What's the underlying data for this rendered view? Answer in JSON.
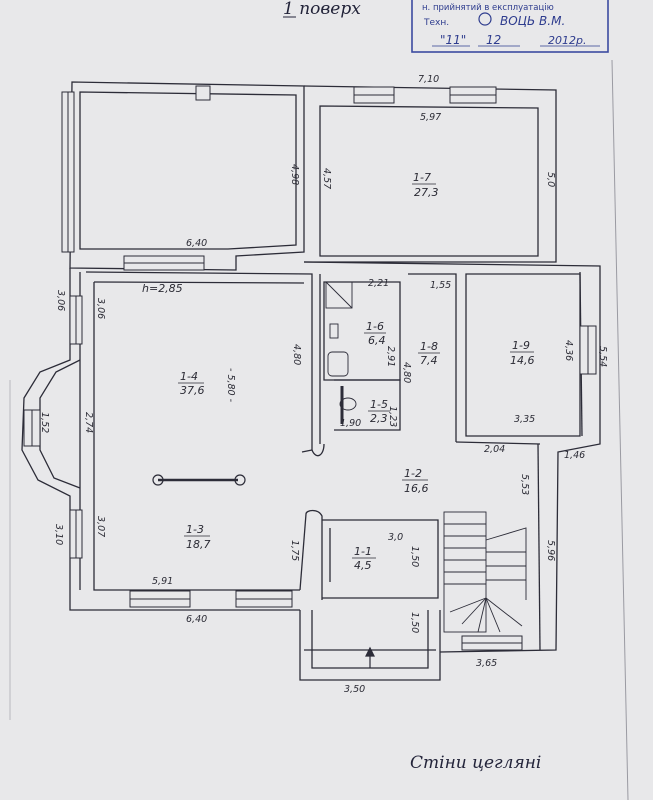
{
  "header": {
    "floor_title": "1 поверх"
  },
  "stamp": {
    "line1": "н. прийнятий в експлуатацію",
    "line2_label": "Техн.",
    "line2_name": "ВОЦЬ В.М.",
    "date_day": "\"11\"",
    "date_month": "12",
    "date_year": "2012р."
  },
  "ceiling_height": "h=2,85",
  "rooms": [
    {
      "code": "1-7",
      "area": "27,3"
    },
    {
      "code": "1-6",
      "area": "6,4"
    },
    {
      "code": "1-8",
      "area": "7,4"
    },
    {
      "code": "1-9",
      "area": "14,6"
    },
    {
      "code": "1-4",
      "area": "37,6"
    },
    {
      "code": "1-5",
      "area": "2,3"
    },
    {
      "code": "1-2",
      "area": "16,6"
    },
    {
      "code": "1-3",
      "area": "18,7"
    },
    {
      "code": "1-1",
      "area": "4,5"
    }
  ],
  "dimensions": {
    "d710": "7,10",
    "d597": "5,97",
    "d498": "4,98",
    "d457": "4,57",
    "d50": "5,0",
    "d640a": "6,40",
    "d221": "2,21",
    "d155": "1,55",
    "d306a": "3,06",
    "d306b": "3,06",
    "d480": "4,80",
    "d580": "- 5,80 -",
    "d291": "2,91",
    "d480b": "4,80",
    "d436": "4,36",
    "d554": "5,54",
    "d152": "1,52",
    "d274": "2,74",
    "d190": "1,90",
    "d123": "1,23",
    "d335": "3,35",
    "d204": "2,04",
    "d146": "1,46",
    "d553": "5,53",
    "d310": "3,10",
    "d307": "3,07",
    "d175": "1,75",
    "d30": "3,0",
    "d150a": "1,50",
    "d596": "5,96",
    "d591": "5,91",
    "d640b": "6,40",
    "d150b": "1,50",
    "d365": "3,65",
    "d350": "3,50"
  },
  "footer": {
    "note": "Стіни цегляні"
  }
}
